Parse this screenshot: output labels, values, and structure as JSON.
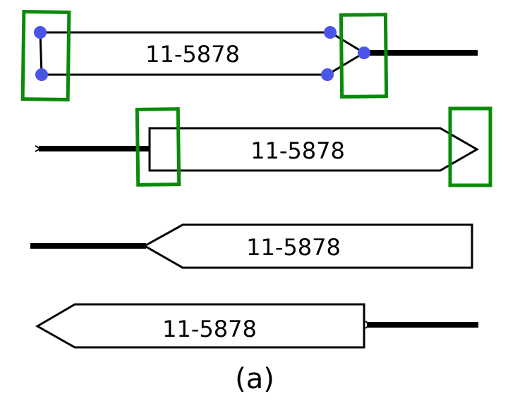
{
  "colors": {
    "outline": "#000000",
    "fill": "#ffffff",
    "handle": "#4a55e8",
    "highlight": "#0a8a0a"
  },
  "shapes": [
    {
      "label": "11-5878",
      "variant": "selected-arrow-right-with-handles"
    },
    {
      "label": "11-5878",
      "variant": "arrow-right"
    },
    {
      "label": "11-5878",
      "variant": "arrow-left-connector-left"
    },
    {
      "label": "11-5878",
      "variant": "arrow-left-connector-right"
    }
  ],
  "caption": "(a)"
}
